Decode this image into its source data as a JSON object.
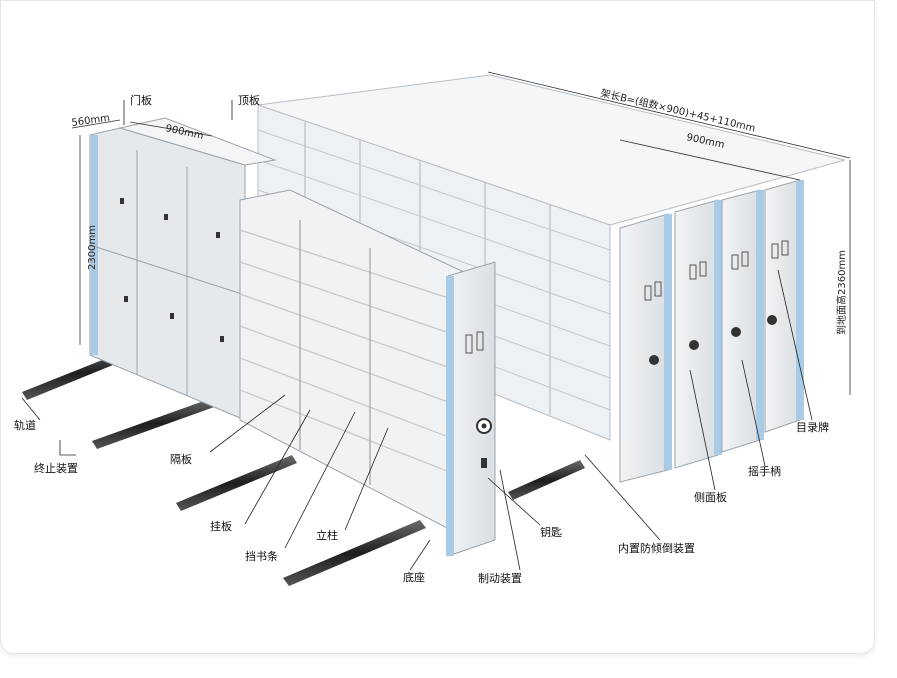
{
  "labels": {
    "men_ban": "门板",
    "ding_ban": "顶板",
    "gui_dao": "轨道",
    "zhong_zhi": "终止装置",
    "ge_ban": "隔板",
    "gua_ban": "挂板",
    "dang_shu_tiao": "挡书条",
    "li_zhu": "立柱",
    "di_zuo": "底座",
    "zhi_dong": "制动装置",
    "yao_shi": "钥匙",
    "nei_zhi": "内置防倾倒装置",
    "ce_mian_ban": "侧面板",
    "yao_shou_bing": "摇手柄",
    "mu_lu_pai": "目录牌"
  },
  "dimensions": {
    "depth": "560mm",
    "width_top": "900mm",
    "height_left": "2300mm",
    "length_formula": "架长B=(组数×900)+45+110mm",
    "width_right": "900mm",
    "height_right": "到地面高2360mm"
  },
  "colors": {
    "cabinet": "#e9ecef",
    "cabinet_dark": "#c9ced3",
    "side_accent": "#a9cbe6",
    "rail": "#2b2b2b"
  }
}
